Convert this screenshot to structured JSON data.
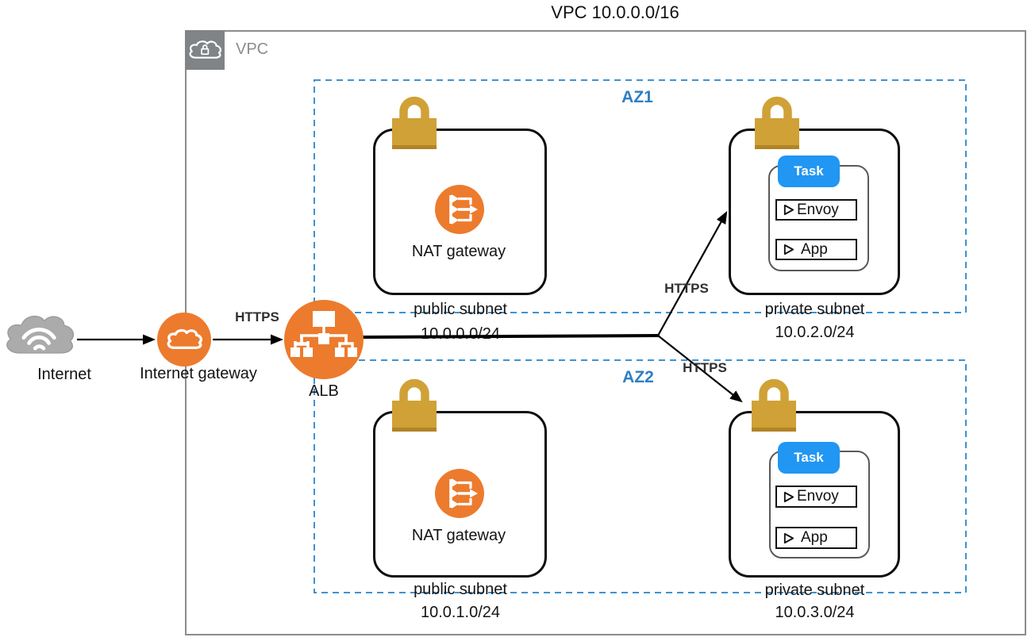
{
  "title": "VPC 10.0.0.0/16",
  "vpc": {
    "label": "VPC"
  },
  "internet": {
    "label": "Internet"
  },
  "internet_gateway": {
    "label": "Internet gateway"
  },
  "alb": {
    "label": "ALB"
  },
  "https_labels": {
    "igw_to_alb": "HTTPS",
    "to_az1": "HTTPS",
    "to_az2": "HTTPS"
  },
  "azs": [
    {
      "label": "AZ1",
      "public_subnet": {
        "name": "public subnet",
        "cidr": "10.0.0.0/24",
        "nat_label": "NAT gateway"
      },
      "private_subnet": {
        "name": "private subnet",
        "cidr": "10.0.2.0/24",
        "task": {
          "label": "Task",
          "containers": [
            "Envoy",
            "App"
          ]
        }
      }
    },
    {
      "label": "AZ2",
      "public_subnet": {
        "name": "public subnet",
        "cidr": "10.0.1.0/24",
        "nat_label": "NAT gateway"
      },
      "private_subnet": {
        "name": "private subnet",
        "cidr": "10.0.3.0/24",
        "task": {
          "label": "Task",
          "containers": [
            "Envoy",
            "App"
          ]
        }
      }
    }
  ],
  "colors": {
    "aws_orange": "#EC7B2D",
    "lock_gold": "#D0A136",
    "task_blue": "#2196F3",
    "az_blue_text": "#2E7FC2",
    "az_blue_dash": "#3E92D2",
    "vpc_gray": "#808487",
    "vpc_border_gray": "#8C8C8C"
  }
}
